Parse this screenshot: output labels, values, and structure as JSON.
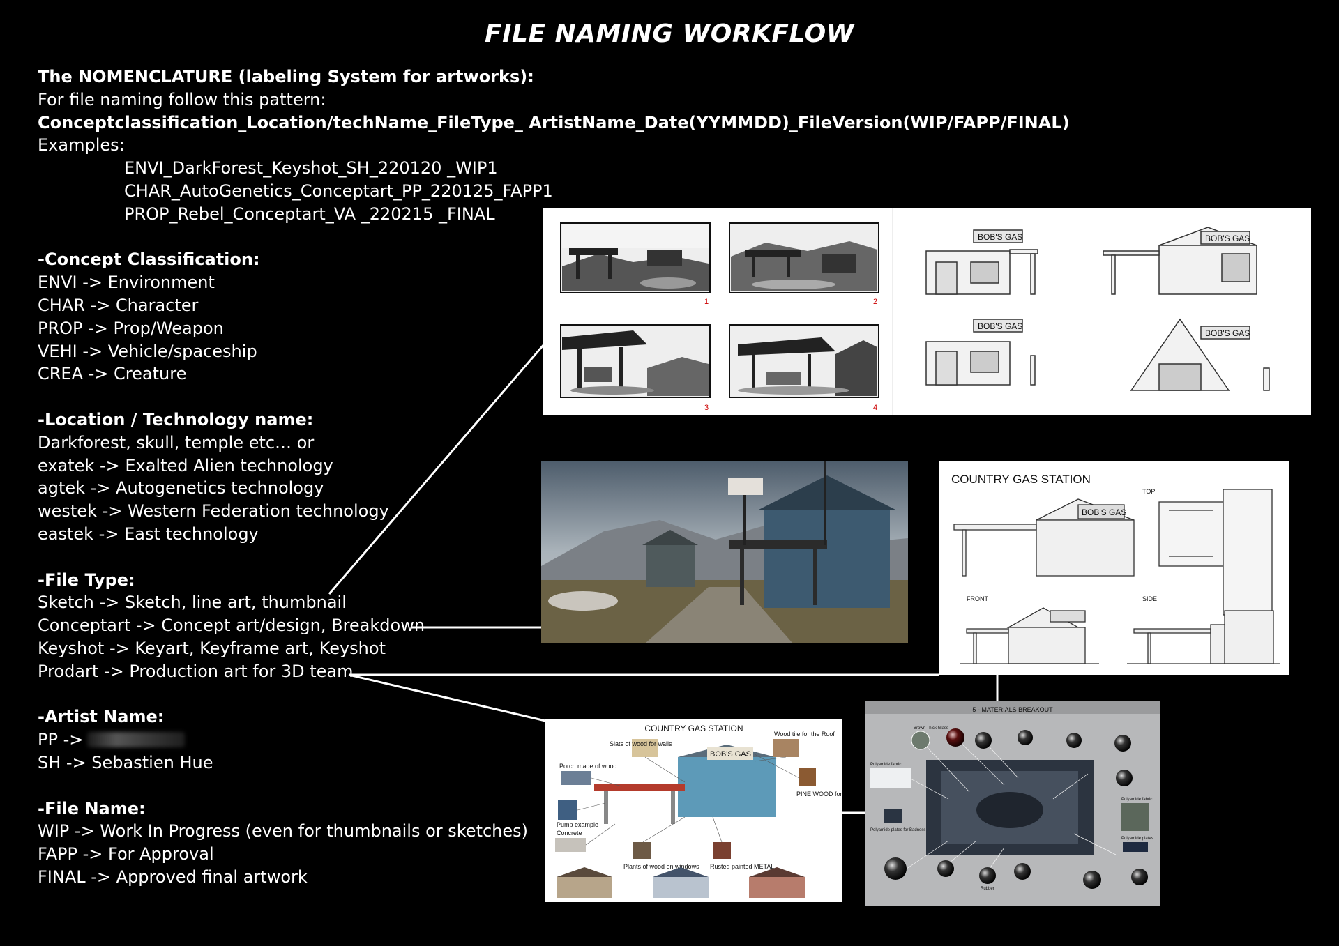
{
  "title": "FILE NAMING WORKFLOW",
  "nomenclature": {
    "heading": "The NOMENCLATURE (labeling System for artworks):",
    "intro": "For file naming follow this pattern:",
    "pattern": "Conceptclassification_Location/techName_FileType_ ArtistName_Date(YYMMDD)_FileVersion(WIP/FAPP/FINAL)",
    "examples_label": "Examples:",
    "examples": [
      "ENVI_DarkForest_Keyshot_SH_220120 _WIP1",
      "CHAR_AutoGenetics_Conceptart_PP_220125_FAPP1",
      "PROP_Rebel_Conceptart_VA _220215 _FINAL"
    ]
  },
  "concept_classification": {
    "heading": "-Concept Classification:",
    "items": [
      "ENVI -> Environment",
      "CHAR -> Character",
      "PROP -> Prop/Weapon",
      "VEHI -> Vehicle/spaceship",
      "CREA -> Creature"
    ]
  },
  "location": {
    "heading": "-Location / Technology name:",
    "items": [
      "Darkforest, skull, temple etc… or",
      "exatek -> Exalted Alien technology",
      "agtek -> Autogenetics technology",
      "westek -> Western Federation technology",
      "eastek ->  East technology"
    ]
  },
  "file_type": {
    "heading": "-File Type:",
    "items": [
      "Sketch -> Sketch, line art, thumbnail",
      "Conceptart -> Concept art/design, Breakdown",
      "Keyshot -> Keyart, Keyframe art, Keyshot",
      "Prodart -> Production art for 3D team"
    ]
  },
  "artist": {
    "heading": "-Artist Name:",
    "items": [
      "PP ->",
      "SH -> Sebastien Hue"
    ]
  },
  "file_name": {
    "heading": "-File Name:",
    "items": [
      "WIP -> Work In Progress (even for thumbnails or sketches)",
      "FAPP -> For Approval",
      "FINAL -> Approved final artwork"
    ]
  },
  "thumbnails": {
    "numbers": [
      "1",
      "2",
      "3",
      "4"
    ]
  },
  "sign_text": "BOB'S GAS",
  "orthographic": {
    "title": "COUNTRY GAS STATION",
    "views": [
      "TOP",
      "FRONT",
      "SIDE"
    ]
  },
  "callouts": {
    "title": "COUNTRY GAS STATION",
    "labels": [
      "Slats of wood for walls",
      "Wood tile for the Roof",
      "Porch made of wood",
      "Pump example",
      "PINE WOOD for the SIGN",
      "Concrete",
      "Plants of wood on windows",
      "Rusted painted METAL"
    ]
  },
  "materials": {
    "title": "5 - MATERIALS BREAKOUT",
    "labels": [
      "Brown Thick Glass",
      "Polyamide fabric",
      "Polyamide plates for Badness",
      "Polyamide fabric",
      "Polyamide plates",
      "Rubber"
    ]
  }
}
